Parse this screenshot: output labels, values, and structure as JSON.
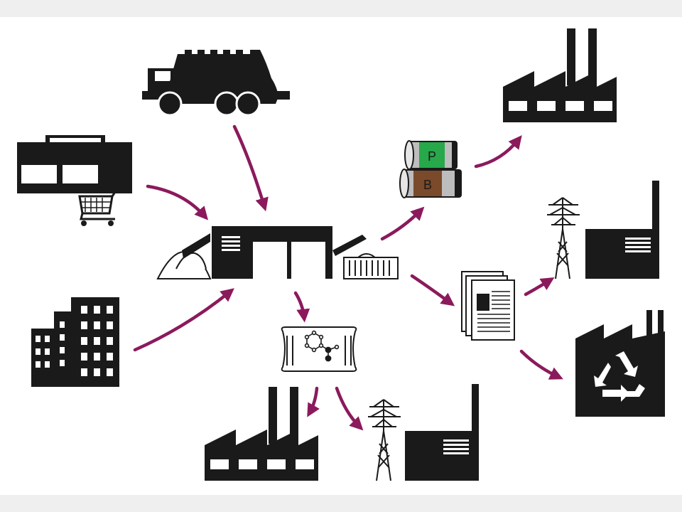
{
  "colors": {
    "icon": "#1a1a1a",
    "arrow": "#8b1a5c",
    "background": "#ffffff",
    "frame": "#efefef",
    "drum_top": "#27a84a",
    "drum_bottom": "#7b4a2a"
  },
  "nodes": [
    {
      "id": "garbage-truck",
      "icon": "garbage-truck-icon"
    },
    {
      "id": "retail-store",
      "icon": "shop-with-cart-icon"
    },
    {
      "id": "apartment-buildings",
      "icon": "city-buildings-icon"
    },
    {
      "id": "processing-facility",
      "icon": "processing-plant-icon"
    },
    {
      "id": "drums",
      "icon": "storage-drums-icon"
    },
    {
      "id": "chemical-package",
      "icon": "chemical-molecule-package-icon"
    },
    {
      "id": "paper-stack",
      "icon": "paper-documents-icon"
    },
    {
      "id": "factory-top-right",
      "icon": "factory-icon"
    },
    {
      "id": "power-plant-right",
      "icon": "power-plant-icon"
    },
    {
      "id": "recycling-plant",
      "icon": "recycling-factory-icon"
    },
    {
      "id": "factory-bottom",
      "icon": "factory-icon"
    },
    {
      "id": "power-plant-bottom",
      "icon": "power-plant-icon"
    }
  ],
  "drums": {
    "top_label": "P",
    "bottom_label": "B"
  },
  "flows": [
    {
      "from": "garbage-truck",
      "to": "processing-facility"
    },
    {
      "from": "retail-store",
      "to": "processing-facility"
    },
    {
      "from": "apartment-buildings",
      "to": "processing-facility"
    },
    {
      "from": "processing-facility",
      "to": "drums"
    },
    {
      "from": "processing-facility",
      "to": "chemical-package"
    },
    {
      "from": "processing-facility",
      "to": "paper-stack"
    },
    {
      "from": "drums",
      "to": "factory-top-right"
    },
    {
      "from": "paper-stack",
      "to": "power-plant-right"
    },
    {
      "from": "paper-stack",
      "to": "recycling-plant"
    },
    {
      "from": "chemical-package",
      "to": "factory-bottom"
    },
    {
      "from": "chemical-package",
      "to": "power-plant-bottom"
    }
  ]
}
